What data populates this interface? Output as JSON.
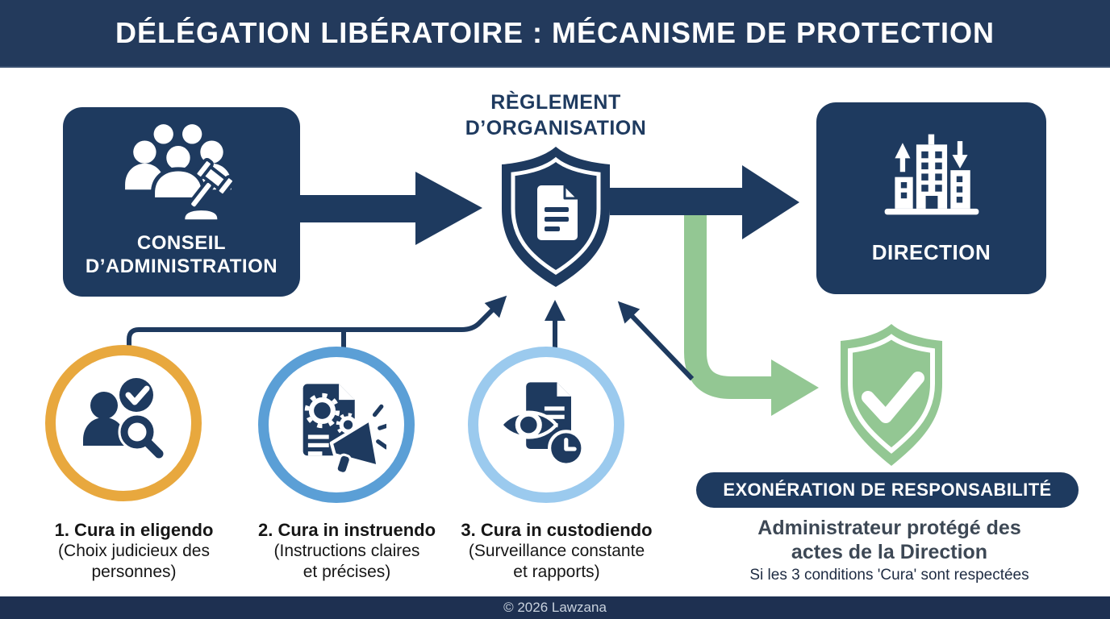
{
  "title": "DÉLÉGATION LIBÉRATOIRE : MÉCANISME DE PROTECTION",
  "nodes": {
    "conseil": {
      "icon": "people-gavel-icon",
      "label_lines": [
        "CONSEIL",
        "D’ADMINISTRATION"
      ]
    },
    "reglement": {
      "icon": "shield-document-icon",
      "heading_lines": [
        "RÈGLEMENT",
        "D’ORGANISATION"
      ]
    },
    "direction": {
      "icon": "buildings-arrows-icon",
      "label": "DIRECTION"
    }
  },
  "conditions": [
    {
      "icon": "person-check-magnifier-icon",
      "ring_color": "#E8A83E",
      "title": "1. Cura in eligendo",
      "desc_lines": [
        "(Choix judicieux des",
        "personnes)"
      ]
    },
    {
      "icon": "document-gears-megaphone-icon",
      "ring_color": "#5B9FD6",
      "title": "2. Cura in instruendo",
      "desc_lines": [
        "(Instructions claires",
        "et précises)"
      ]
    },
    {
      "icon": "eye-document-clock-icon",
      "ring_color": "#9BCAEE",
      "title": "3. Cura in custodiendo",
      "desc_lines": [
        "(Surveillance constante",
        "et rapports)"
      ]
    }
  ],
  "outcome": {
    "icon": "green-shield-check-icon",
    "badge": "EXONÉRATION DE RESPONSABILITÉ",
    "result_lines": [
      "Administrateur protégé des",
      "actes de la Direction"
    ],
    "note": "Si les 3 conditions 'Cura' sont respectées"
  },
  "footer": {
    "copyright": "© 2026 Lawzana"
  },
  "colors": {
    "navy": "#1E3A5F",
    "banner_navy": "#233A5C",
    "green": "#93C793",
    "orange": "#E8A83E",
    "blue": "#5B9FD6",
    "light_blue": "#9BCAEE"
  }
}
